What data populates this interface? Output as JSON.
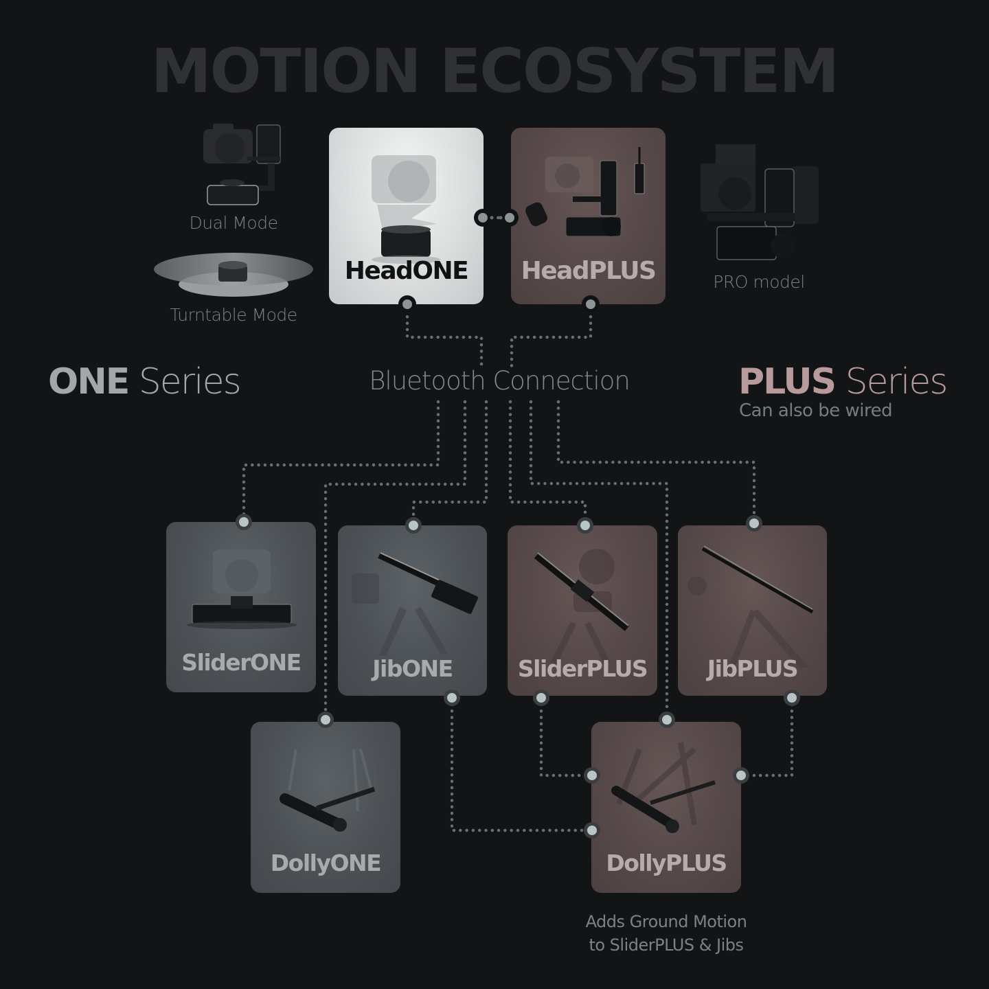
{
  "title": "MOTION ECOSYSTEM",
  "colors": {
    "background": "#131416",
    "one_series": "#a1a7aa",
    "plus_series": "#b79a9b",
    "one_card": "#4c5155",
    "plus_card": "#574949",
    "headone_card": "#d9dbdc",
    "connector_dot": "#6b6e70",
    "node_inner": "#b9c4c6",
    "node_ring": "#3a3e41"
  },
  "head_modes": {
    "dual_mode": "Dual Mode",
    "turntable_mode": "Turntable Mode",
    "pro_model": "PRO model"
  },
  "series": {
    "one": {
      "bold": "ONE",
      "light": " Series"
    },
    "plus": {
      "bold": "PLUS",
      "light": " Series",
      "subtitle": "Can also be wired"
    }
  },
  "connection_label": "Bluetooth Connection",
  "products": {
    "head_one": "HeadONE",
    "head_plus": "HeadPLUS",
    "slider_one": "SliderONE",
    "jib_one": "JibONE",
    "slider_plus": "SliderPLUS",
    "jib_plus": "JibPLUS",
    "dolly_one": "DollyONE",
    "dolly_plus": "DollyPLUS"
  },
  "dolly_plus_note": {
    "line1": "Adds Ground Motion",
    "line2": "to SliderPLUS & Jibs"
  }
}
